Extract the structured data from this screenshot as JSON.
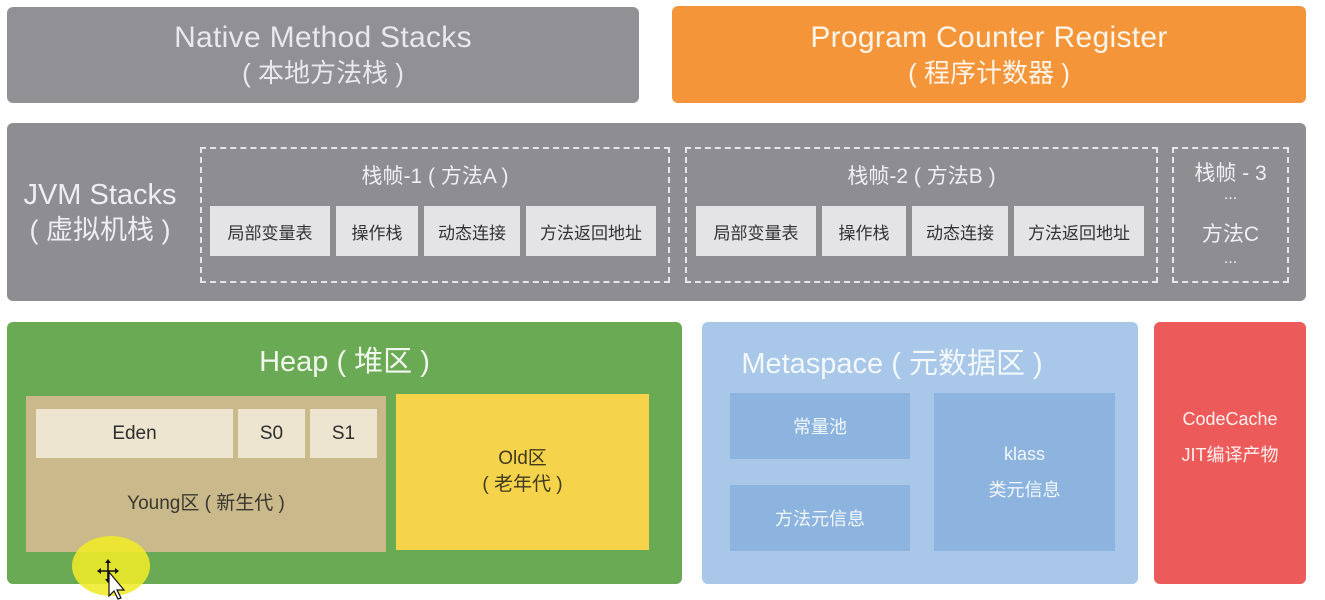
{
  "native_method_stacks": {
    "title": "Native Method Stacks",
    "subtitle": "( 本地方法栈 )"
  },
  "program_counter_register": {
    "title": "Program Counter Register",
    "subtitle": "( 程序计数器 )"
  },
  "jvm_stacks": {
    "title": "JVM Stacks",
    "subtitle": "( 虚拟机栈 )",
    "frames": [
      {
        "title": "栈帧-1 ( 方法A )",
        "cells": [
          "局部变量表",
          "操作栈",
          "动态连接",
          "方法返回地址"
        ]
      },
      {
        "title": "栈帧-2 ( 方法B )",
        "cells": [
          "局部变量表",
          "操作栈",
          "动态连接",
          "方法返回地址"
        ]
      },
      {
        "lines": [
          "栈帧 - 3",
          "...",
          "方法C",
          "..."
        ]
      }
    ]
  },
  "heap": {
    "title": "Heap ( 堆区 )",
    "young": {
      "cells": [
        "Eden",
        "S0",
        "S1"
      ],
      "label": "Young区 ( 新生代 )"
    },
    "old": {
      "line1": "Old区",
      "line2": "( 老年代 )"
    }
  },
  "metaspace": {
    "title": "Metaspace ( 元数据区 )",
    "constant_pool": "常量池",
    "method_meta": "方法元信息",
    "klass": "klass",
    "klass_meta": "类元信息"
  },
  "code_cache": {
    "title": "CodeCache",
    "subtitle": "JIT编译产物"
  },
  "colors": {
    "native": "#909095",
    "pcr": "#f5953a",
    "stacks": "#8d8d92",
    "heap": "#6aaa54",
    "old": "#f5d34a",
    "metaspace": "#a9c7e8",
    "code_cache": "#ec5a5a"
  }
}
